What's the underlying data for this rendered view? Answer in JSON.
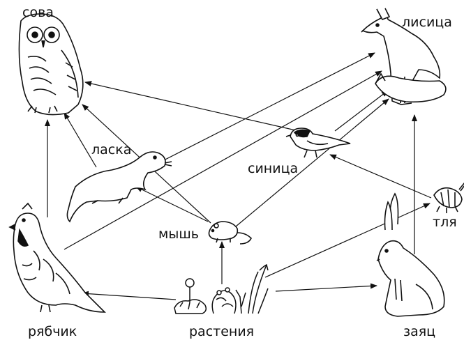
{
  "labels": {
    "owl": "сова",
    "fox": "лисица",
    "weasel": "ласка",
    "tit": "синица",
    "mouse": "мышь",
    "aphid": "тля",
    "grouse": "рябчик",
    "plants": "растения",
    "hare": "заяц"
  },
  "food_web": [
    {
      "from": "растения",
      "to": "рябчик"
    },
    {
      "from": "растения",
      "to": "мышь"
    },
    {
      "from": "растения",
      "to": "заяц"
    },
    {
      "from": "растения",
      "to": "тля"
    },
    {
      "from": "рябчик",
      "to": "сова"
    },
    {
      "from": "рябчик",
      "to": "лисица"
    },
    {
      "from": "ласка",
      "to": "сова"
    },
    {
      "from": "ласка",
      "to": "лисица"
    },
    {
      "from": "мышь",
      "to": "сова"
    },
    {
      "from": "мышь",
      "to": "ласка"
    },
    {
      "from": "мышь",
      "to": "лисица"
    },
    {
      "from": "синица",
      "to": "сова"
    },
    {
      "from": "синица",
      "to": "лисица"
    },
    {
      "from": "тля",
      "to": "синица"
    },
    {
      "from": "заяц",
      "to": "лисица"
    }
  ]
}
